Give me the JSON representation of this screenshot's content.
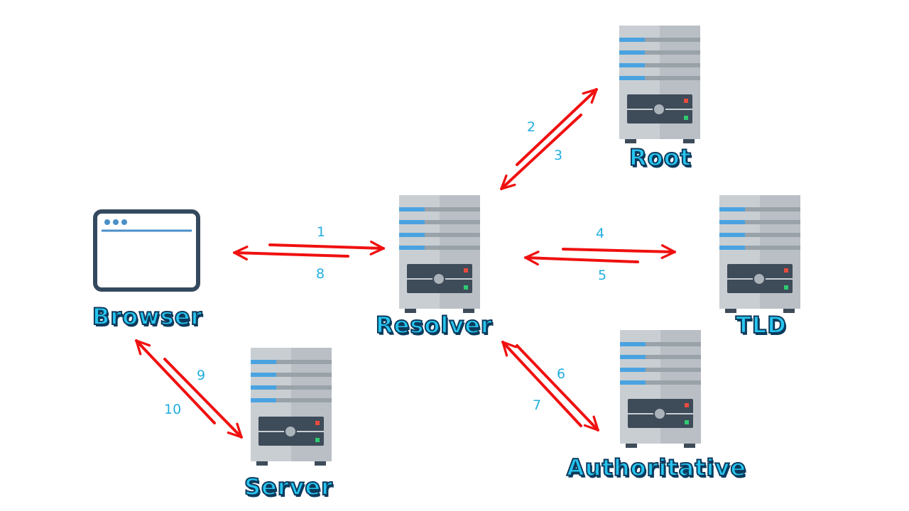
{
  "nodes": {
    "browser": "Browser",
    "resolver": "Resolver",
    "root": "Root",
    "tld": "TLD",
    "authoritative": "Authoritative",
    "server": "Server"
  },
  "steps": [
    "1",
    "2",
    "3",
    "4",
    "5",
    "6",
    "7",
    "8",
    "9",
    "10"
  ],
  "colors": {
    "arrow": "#f01010",
    "label_fill": "#26c6f0",
    "label_outline": "#0d3a5c",
    "step_number": "#22aee0",
    "server_body": "#c9ced3",
    "server_stripe_blue": "#4aa3e0",
    "server_panel": "#3e4b59",
    "led_red": "#e74c3c",
    "led_green": "#2ecc71",
    "browser_frame": "#34495e"
  },
  "icons": [
    "server-icon",
    "browser-window-icon"
  ]
}
